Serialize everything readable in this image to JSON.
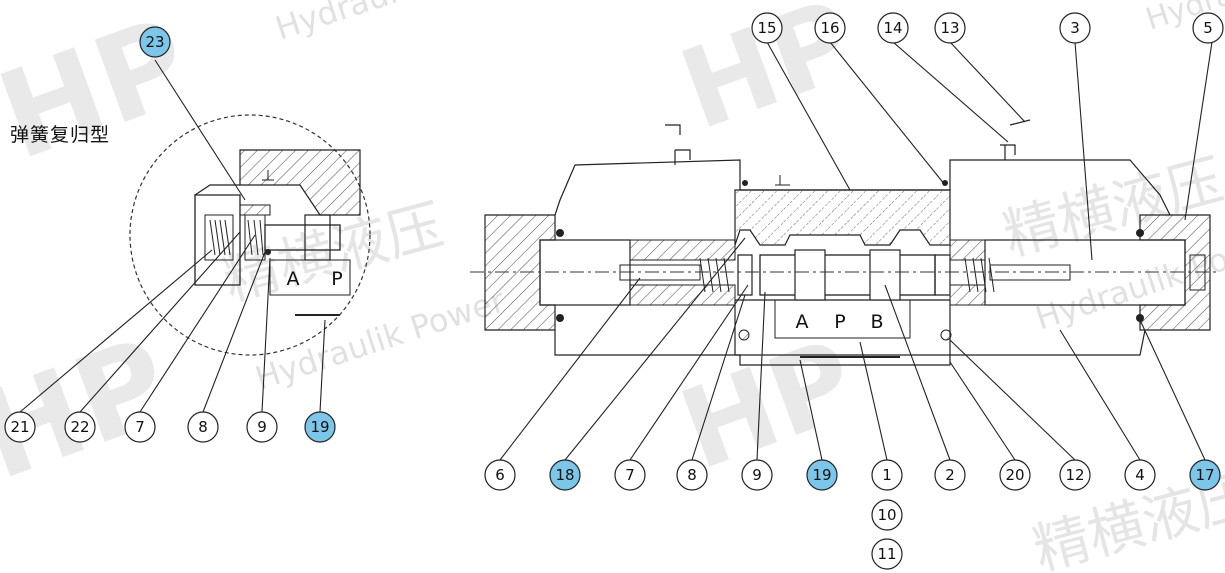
{
  "title": "弹簧复归型",
  "watermark": {
    "latin": "Hydraulik Power",
    "cn": "精横液压",
    "logo": "HP",
    "color": "#b8b8b8"
  },
  "colors": {
    "highlight": "#7cc6ea",
    "line": "#222222",
    "hatch": "#555555"
  },
  "ports": {
    "left": [
      "A",
      "P"
    ],
    "main": [
      "A",
      "P",
      "B"
    ]
  },
  "callouts": {
    "detail": [
      {
        "id": "c23",
        "label": "23",
        "highlight": true
      },
      {
        "id": "c21",
        "label": "21",
        "highlight": false
      },
      {
        "id": "c22",
        "label": "22",
        "highlight": false
      },
      {
        "id": "c7a",
        "label": "7",
        "highlight": false
      },
      {
        "id": "c8a",
        "label": "8",
        "highlight": false
      },
      {
        "id": "c9a",
        "label": "9",
        "highlight": false
      },
      {
        "id": "c19a",
        "label": "19",
        "highlight": true
      }
    ],
    "top": [
      {
        "id": "c15",
        "label": "15",
        "highlight": false
      },
      {
        "id": "c16",
        "label": "16",
        "highlight": false
      },
      {
        "id": "c14",
        "label": "14",
        "highlight": false
      },
      {
        "id": "c13",
        "label": "13",
        "highlight": false
      },
      {
        "id": "c3",
        "label": "3",
        "highlight": false
      },
      {
        "id": "c5",
        "label": "5",
        "highlight": false
      }
    ],
    "bottom": [
      {
        "id": "c6",
        "label": "6",
        "highlight": false
      },
      {
        "id": "c18",
        "label": "18",
        "highlight": true
      },
      {
        "id": "c7b",
        "label": "7",
        "highlight": false
      },
      {
        "id": "c8b",
        "label": "8",
        "highlight": false
      },
      {
        "id": "c9b",
        "label": "9",
        "highlight": false
      },
      {
        "id": "c19b",
        "label": "19",
        "highlight": true
      },
      {
        "id": "c1",
        "label": "1",
        "highlight": false
      },
      {
        "id": "c10",
        "label": "10",
        "highlight": false
      },
      {
        "id": "c11",
        "label": "11",
        "highlight": false
      },
      {
        "id": "c2",
        "label": "2",
        "highlight": false
      },
      {
        "id": "c20",
        "label": "20",
        "highlight": false
      },
      {
        "id": "c12",
        "label": "12",
        "highlight": false
      },
      {
        "id": "c4",
        "label": "4",
        "highlight": false
      },
      {
        "id": "c17",
        "label": "17",
        "highlight": true
      }
    ]
  }
}
